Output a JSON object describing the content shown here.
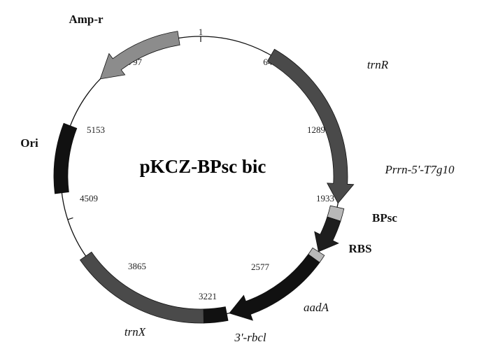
{
  "plasmid": {
    "name": "pKCZ-BPsc bic",
    "total_length": 6441
  },
  "ticks": [
    {
      "id": "t1",
      "text": "1",
      "pos": 1
    },
    {
      "id": "t645",
      "text": "645",
      "pos": 645
    },
    {
      "id": "t1289",
      "text": "1289",
      "pos": 1289
    },
    {
      "id": "t1933",
      "text": "1933",
      "pos": 1933
    },
    {
      "id": "t2577",
      "text": "2577",
      "pos": 2577
    },
    {
      "id": "t3221",
      "text": "3221",
      "pos": 3221
    },
    {
      "id": "t3865",
      "text": "3865",
      "pos": 3865
    },
    {
      "id": "t4509",
      "text": "4509",
      "pos": 4509
    },
    {
      "id": "t5153",
      "text": "5153",
      "pos": 5153
    },
    {
      "id": "t5797",
      "text": "5797",
      "pos": 5797
    }
  ],
  "features": [
    {
      "id": "trnR",
      "text": "trnR",
      "start": 540,
      "end": 1810,
      "kind": "arrow",
      "color": "#4a4a4a",
      "style": "italic"
    },
    {
      "id": "prrn",
      "text": "Prrn-5'-T7g10",
      "start": 1840,
      "end": 1930,
      "kind": "box",
      "color": "#b8b8b8",
      "style": "italic"
    },
    {
      "id": "bpsc",
      "text": "BPsc",
      "start": 1930,
      "end": 2195,
      "kind": "arrow",
      "color": "#1e1e1e",
      "style": "bold"
    },
    {
      "id": "rbs",
      "text": "RBS",
      "start": 2195,
      "end": 2255,
      "kind": "box",
      "color": "#b8b8b8",
      "style": "bold"
    },
    {
      "id": "aadA",
      "text": "aadA",
      "start": 2255,
      "end": 3010,
      "kind": "arrow",
      "color": "#111111",
      "style": "italic"
    },
    {
      "id": "rbcl",
      "text": "3'-rbcl",
      "start": 3030,
      "end": 3200,
      "kind": "box",
      "color": "#111111",
      "style": "italic"
    },
    {
      "id": "trnX",
      "text": "trnX",
      "start": 3200,
      "end": 4210,
      "kind": "box",
      "color": "#4a4a4a",
      "style": "italic"
    },
    {
      "id": "ori",
      "text": "Ori",
      "start": 4710,
      "end": 5210,
      "kind": "box",
      "color": "#111111",
      "style": "bold"
    },
    {
      "id": "ampr",
      "text": "Amp-r",
      "start": 5620,
      "end": 6280,
      "kind": "arrow-ccw",
      "color": "#8c8c8c",
      "style": "bold"
    }
  ]
}
